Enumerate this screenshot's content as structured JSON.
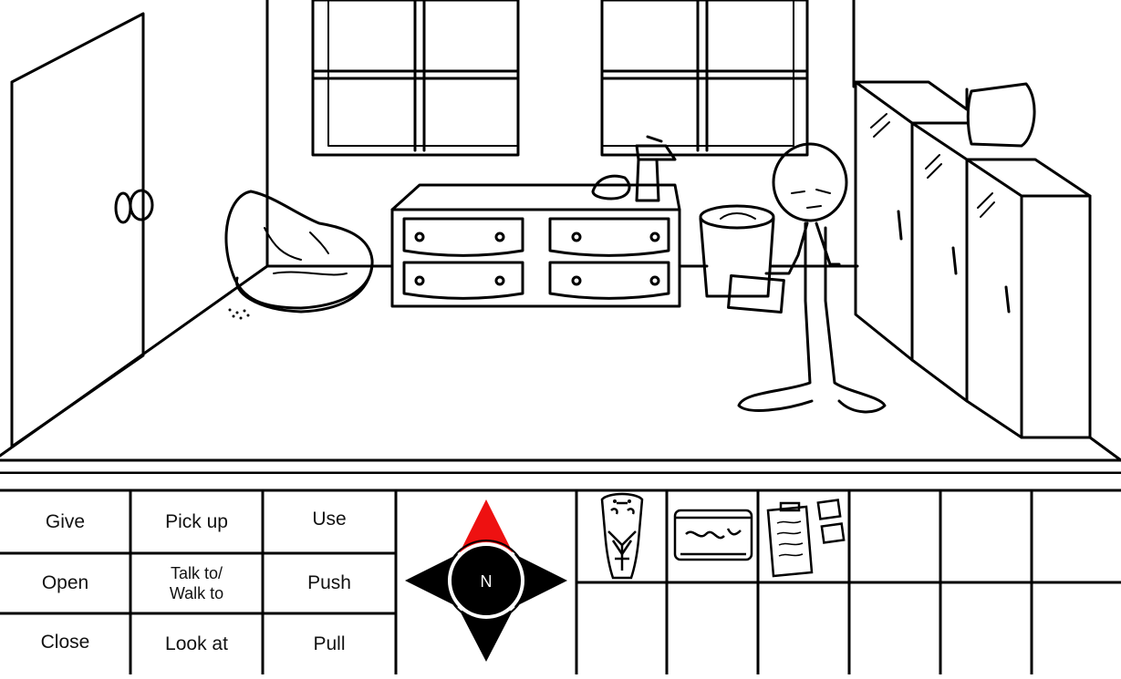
{
  "verbs": {
    "give": "Give",
    "pick_up": "Pick up",
    "use": "Use",
    "open": "Open",
    "talk_to_line1": "Talk to/",
    "talk_to_line2": "Walk to",
    "push": "Push",
    "close": "Close",
    "look_at": "Look at",
    "pull": "Pull"
  },
  "compass": {
    "north_label": "N",
    "north_color": "#ee1111",
    "arrow_color": "#000000"
  },
  "inventory": {
    "items": [
      "tiki-mask-icon",
      "specimen-tank-icon",
      "clipboard-icon",
      "",
      "",
      "",
      "",
      "",
      "",
      "",
      "",
      ""
    ]
  }
}
